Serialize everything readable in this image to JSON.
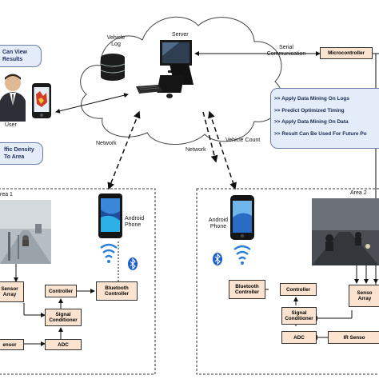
{
  "top": {
    "user_view_line1": "Can View",
    "user_view_line2": "Results",
    "user_label": "User",
    "traffic_line1": "ffic Density",
    "traffic_line2": "To Area",
    "vehicle_log_line1": "Vehicle",
    "vehicle_log_line2": "Log",
    "server_label": "Server",
    "serial_line1": "Serial",
    "serial_line2": "Communication",
    "microcontroller_label": "Microcontroller",
    "results_list": [
      ">>  Apply Data Mining On Logs",
      ">>  Predict Optimized Timing",
      ">>  Apply Data Mining On Data",
      ">>  Result Can Be Used For Future Po"
    ],
    "network_left": "Network",
    "network_right": "Network",
    "vehicle_count": "Vehicle Count"
  },
  "area1": {
    "title": "rea 1",
    "phone_line1": "Android",
    "phone_line2": "Phone",
    "sensor_array_line1": "Sensor",
    "sensor_array_line2": "Array",
    "controller": "Controller",
    "bluetooth_line1": "Bluetooth",
    "bluetooth_line2": "Controller",
    "signal_line1": "Signal",
    "signal_line2": "Conditioner",
    "adc": "ADC",
    "ir_sensor": "ensor"
  },
  "area2": {
    "title": "Area 2",
    "phone_line1": "Android",
    "phone_line2": "Phone",
    "bluetooth_line1": "Bluetooth",
    "bluetooth_line2": "Controller",
    "controller": "Controller",
    "sensor_array_line1": "Senso",
    "sensor_array_line2": "Array",
    "signal_line1": "Signal",
    "signal_line2": "Conditioner",
    "adc": "ADC",
    "ir_sensor": "IR Senso"
  },
  "colors": {
    "box_fill": "#fbe3cf",
    "blue_box_fill": "#e3ecf8",
    "bluetooth_blue": "#1a5fd0"
  }
}
